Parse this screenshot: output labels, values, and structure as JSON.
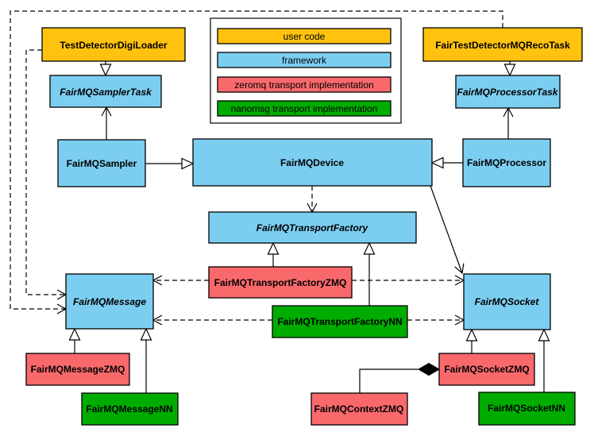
{
  "diagram": {
    "type": "uml-class-diagram",
    "subject": "FairMQ framework class relationships"
  },
  "colors": {
    "user_code": "#FFC20E",
    "framework": "#7CCEF1",
    "zeromq": "#F9696C",
    "nanomsg": "#00AC00",
    "box_border": "#000000",
    "background": "#FFFFFF",
    "line": "#000000"
  },
  "legend": {
    "items": [
      {
        "label": "user code",
        "color_key": "user_code"
      },
      {
        "label": "framework",
        "color_key": "framework"
      },
      {
        "label": "zeromq transport implementation",
        "color_key": "zeromq"
      },
      {
        "label": "nanomsg transport implementation",
        "color_key": "nanomsg"
      }
    ]
  },
  "nodes": {
    "test_detector_digi_loader": {
      "label": "TestDetectorDigiLoader",
      "category": "user_code",
      "abstract": false
    },
    "fair_test_detector_mq_reco_task": {
      "label": "FairTestDetectorMQRecoTask",
      "category": "user_code",
      "abstract": false
    },
    "fairmq_sampler_task": {
      "label": "FairMQSamplerTask",
      "category": "framework",
      "abstract": true
    },
    "fairmq_processor_task": {
      "label": "FairMQProcessorTask",
      "category": "framework",
      "abstract": true
    },
    "fairmq_sampler": {
      "label": "FairMQSampler",
      "category": "framework",
      "abstract": false
    },
    "fairmq_device": {
      "label": "FairMQDevice",
      "category": "framework",
      "abstract": false
    },
    "fairmq_processor": {
      "label": "FairMQProcessor",
      "category": "framework",
      "abstract": false
    },
    "fairmq_transport_factory": {
      "label": "FairMQTransportFactory",
      "category": "framework",
      "abstract": true
    },
    "fairmq_transport_factory_zmq": {
      "label": "FairMQTransportFactoryZMQ",
      "category": "zeromq",
      "abstract": false
    },
    "fairmq_transport_factory_nn": {
      "label": "FairMQTransportFactoryNN",
      "category": "nanomsg",
      "abstract": false
    },
    "fairmq_message": {
      "label": "FairMQMessage",
      "category": "framework",
      "abstract": true
    },
    "fairmq_socket": {
      "label": "FairMQSocket",
      "category": "framework",
      "abstract": true
    },
    "fairmq_message_zmq": {
      "label": "FairMQMessageZMQ",
      "category": "zeromq",
      "abstract": false
    },
    "fairmq_message_nn": {
      "label": "FairMQMessageNN",
      "category": "nanomsg",
      "abstract": false
    },
    "fairmq_context_zmq": {
      "label": "FairMQContextZMQ",
      "category": "zeromq",
      "abstract": false
    },
    "fairmq_socket_zmq": {
      "label": "FairMQSocketZMQ",
      "category": "zeromq",
      "abstract": false
    },
    "fairmq_socket_nn": {
      "label": "FairMQSocketNN",
      "category": "nanomsg",
      "abstract": false
    }
  },
  "edges": [
    {
      "from": "TestDetectorDigiLoader",
      "to": "FairMQSamplerTask",
      "type": "generalization"
    },
    {
      "from": "FairTestDetectorMQRecoTask",
      "to": "FairMQProcessorTask",
      "type": "generalization"
    },
    {
      "from": "FairMQSampler",
      "to": "FairMQSamplerTask",
      "type": "association"
    },
    {
      "from": "FairMQProcessor",
      "to": "FairMQProcessorTask",
      "type": "association"
    },
    {
      "from": "FairMQSampler",
      "to": "FairMQDevice",
      "type": "generalization"
    },
    {
      "from": "FairMQProcessor",
      "to": "FairMQDevice",
      "type": "generalization"
    },
    {
      "from": "FairMQDevice",
      "to": "FairMQTransportFactory",
      "type": "dependency"
    },
    {
      "from": "FairMQDevice",
      "to": "FairMQSocket",
      "type": "association"
    },
    {
      "from": "FairMQTransportFactoryZMQ",
      "to": "FairMQTransportFactory",
      "type": "generalization"
    },
    {
      "from": "FairMQTransportFactoryNN",
      "to": "FairMQTransportFactory",
      "type": "generalization"
    },
    {
      "from": "FairMQTransportFactoryZMQ",
      "to": "FairMQMessage",
      "type": "dependency"
    },
    {
      "from": "FairMQTransportFactoryZMQ",
      "to": "FairMQSocket",
      "type": "dependency"
    },
    {
      "from": "FairMQTransportFactoryNN",
      "to": "FairMQMessage",
      "type": "dependency"
    },
    {
      "from": "FairMQTransportFactoryNN",
      "to": "FairMQSocket",
      "type": "dependency"
    },
    {
      "from": "TestDetectorDigiLoader",
      "to": "FairMQMessage",
      "type": "dependency"
    },
    {
      "from": "FairTestDetectorMQRecoTask",
      "to": "FairMQMessage",
      "type": "dependency"
    },
    {
      "from": "FairMQMessageZMQ",
      "to": "FairMQMessage",
      "type": "generalization"
    },
    {
      "from": "FairMQMessageNN",
      "to": "FairMQMessage",
      "type": "generalization"
    },
    {
      "from": "FairMQSocketZMQ",
      "to": "FairMQSocket",
      "type": "generalization"
    },
    {
      "from": "FairMQSocketNN",
      "to": "FairMQSocket",
      "type": "generalization"
    },
    {
      "from": "FairMQSocketZMQ",
      "to": "FairMQContextZMQ",
      "type": "composition"
    }
  ]
}
